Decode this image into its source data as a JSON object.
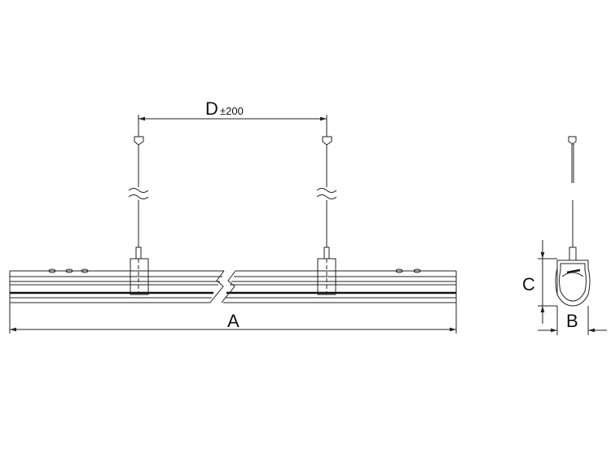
{
  "dimensions": {
    "length_label": "A",
    "width_label": "B",
    "height_label": "C",
    "suspension_label": "D",
    "suspension_tolerance": "±200"
  }
}
